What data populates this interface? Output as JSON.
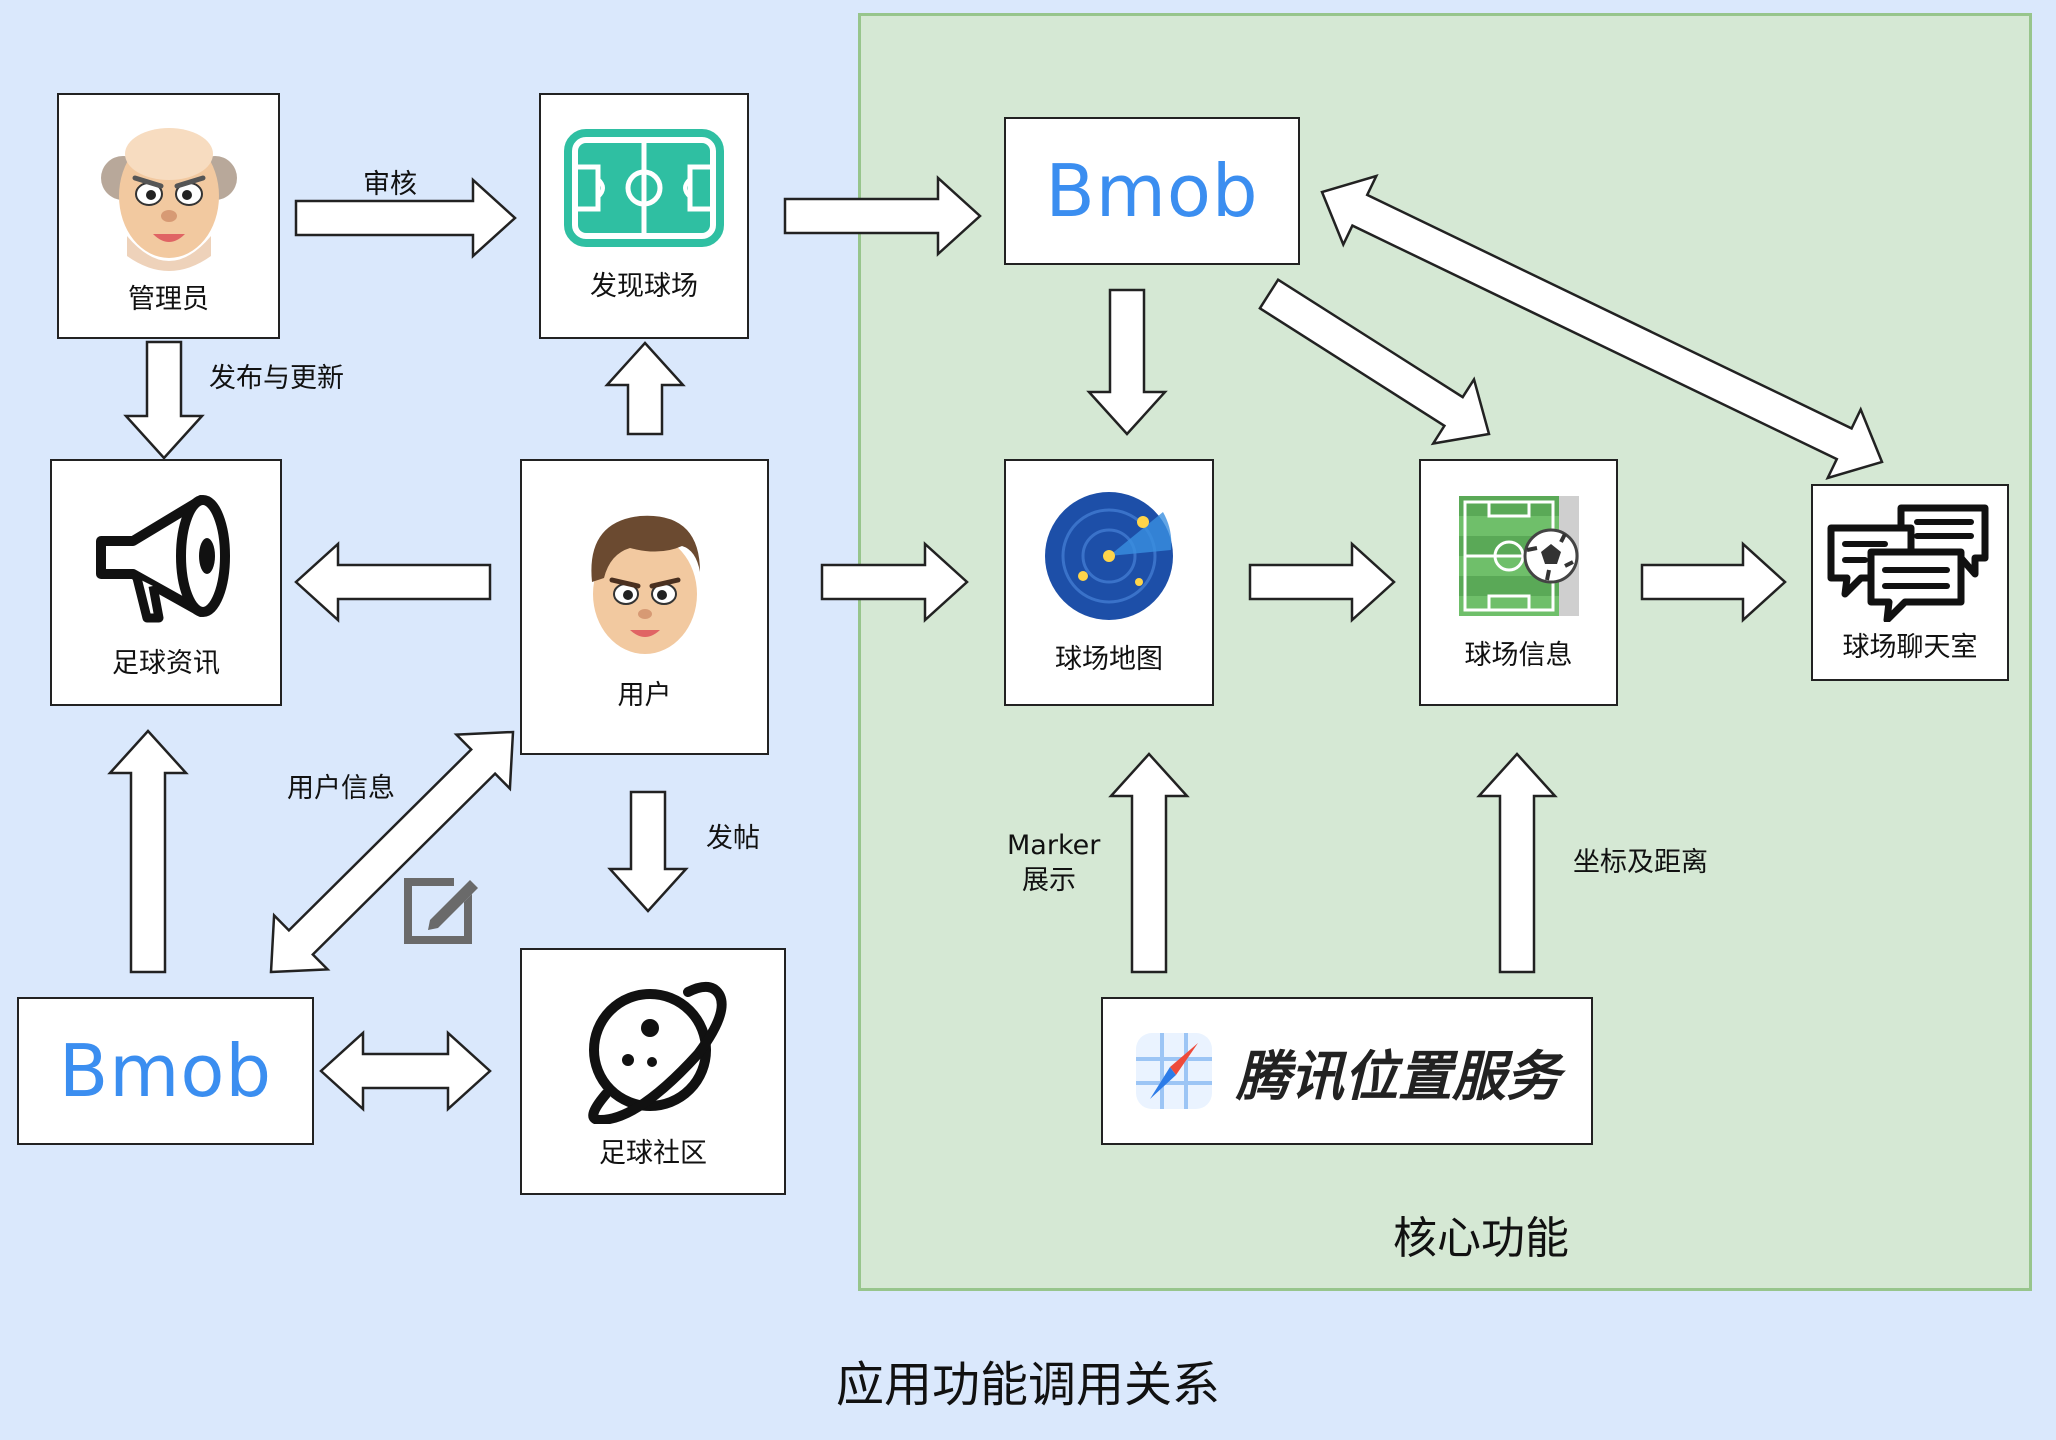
{
  "title": "应用功能调用关系",
  "core_title": "核心功能",
  "nodes": {
    "admin": "管理员",
    "discover": "发现球场",
    "bmob_top": "Bmob",
    "news": "足球资讯",
    "user": "用户",
    "map": "球场地图",
    "field_info": "球场信息",
    "chatroom": "球场聊天室",
    "bmob_left": "Bmob",
    "community": "足球社区",
    "tencent": "腾讯位置服务"
  },
  "edge_labels": {
    "review": "审核",
    "publish_update": "发布与更新",
    "user_info": "用户信息",
    "post": "发帖",
    "marker_1": "Marker",
    "marker_2": "展示",
    "coord_distance": "坐标及距离"
  },
  "colors": {
    "background": "#dae8fc",
    "core_fill": "#d5e8d4",
    "core_border": "#97c58c",
    "bmob": "#3b8ef0",
    "field_green": "#2fbfa2"
  }
}
